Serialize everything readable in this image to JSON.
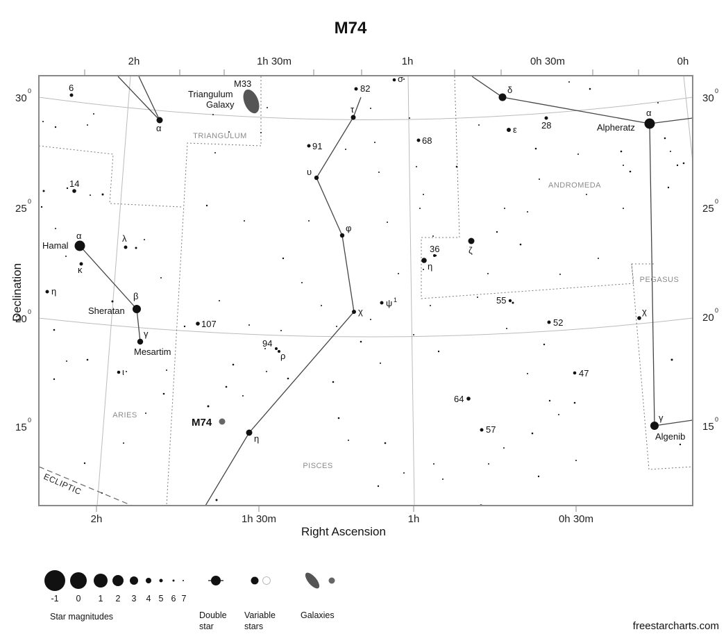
{
  "title": "M74",
  "credit": "freestarcharts.com",
  "axes": {
    "x_label": "Right Ascension",
    "y_label": "Declination",
    "top_ticks": [
      "2h",
      "1h 30m",
      "1h",
      "0h 30m",
      "0h"
    ],
    "bottom_ticks": [
      "2h",
      "1h 30m",
      "1h",
      "0h 30m"
    ],
    "left_ticks": [
      "30",
      "25",
      "20",
      "15"
    ],
    "right_ticks": [
      "30",
      "25",
      "20",
      "15"
    ],
    "degree_mark": "0"
  },
  "constellations": {
    "triangulum": "TRIANGULUM",
    "andromeda": "ANDROMEDA",
    "pegasus": "PEGASUS",
    "aries": "ARIES",
    "pisces": "PISCES",
    "ecliptic": "ECLIPTIC"
  },
  "target": {
    "name": "M74"
  },
  "galaxy_m33": {
    "designation": "M33",
    "name_line1": "Triangulum",
    "name_line2": "Galaxy"
  },
  "star_names": {
    "hamal": "Hamal",
    "sheratan": "Sheratan",
    "mesartim": "Mesartim",
    "alpheratz": "Alpheratz",
    "algenib": "Algenib"
  },
  "star_labels": {
    "tri_alpha": "α",
    "six": "6",
    "fourteen": "14",
    "ari_alpha": "α",
    "ari_kappa": "κ",
    "ari_lambda": "λ",
    "ari_eta": "η",
    "ari_beta": "β",
    "ari_gamma": "γ",
    "ari_iota": "ι",
    "psc_107": "107",
    "psc_94": "94",
    "psc_rho": "ρ",
    "psc_eta": "η",
    "psc_chi": "χ",
    "psc_psi1": "ψ",
    "psc_psi1_sup": "1",
    "psc_phi": "φ",
    "psc_upsilon": "υ",
    "psc_tau": "τ",
    "psc_91": "91",
    "psc_82": "82",
    "psc_sigma": "σ",
    "psc_68": "68",
    "and_36": "36",
    "and_eta": "η",
    "and_zeta": "ζ",
    "and_delta": "δ",
    "and_epsilon": "ε",
    "and_28": "28",
    "and_alpha": "α",
    "psc_55": "55",
    "psc_52": "52",
    "peg_chi": "χ",
    "psc_47": "47",
    "psc_64": "64",
    "psc_57": "57",
    "peg_gamma": "γ"
  },
  "legend": {
    "magnitudes": [
      "-1",
      "0",
      "1",
      "2",
      "3",
      "4",
      "5",
      "6",
      "7"
    ],
    "star_magnitudes_label": "Star magnitudes",
    "double_star_line1": "Double",
    "double_star_line2": "star",
    "variable_stars_line1": "Variable",
    "variable_stars_line2": "stars",
    "galaxies_label": "Galaxies"
  }
}
